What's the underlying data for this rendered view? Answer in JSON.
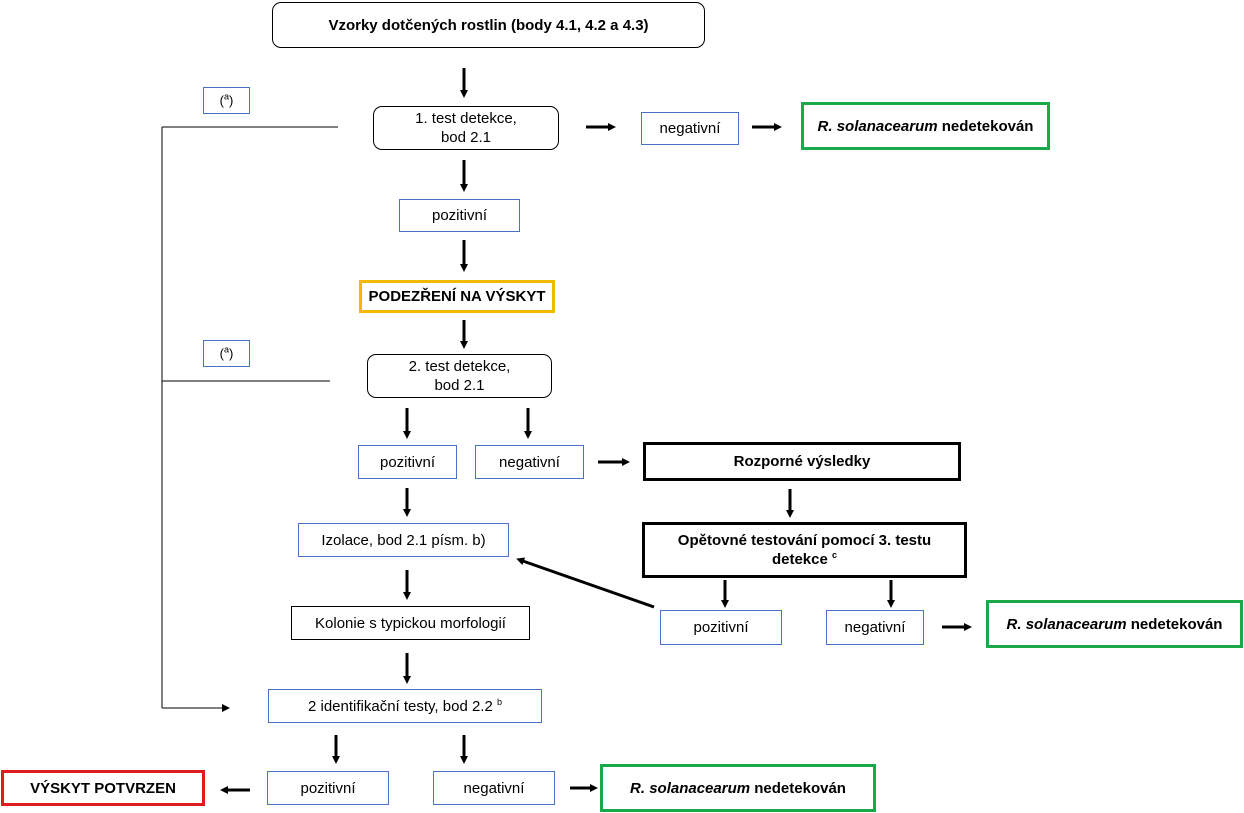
{
  "start": {
    "label": "Vzorky dotčených rostlin (body 4.1, 4.2 a 4.3)"
  },
  "note_a": {
    "prefix": "(",
    "sup": "a",
    "suffix": ")"
  },
  "test1": {
    "line1": "1. test detekce,",
    "line2": "bod 2.1"
  },
  "test1_negative": {
    "label": "negativní"
  },
  "not_detected": {
    "organism": "R. solanacearum",
    "rest": " nedetekován"
  },
  "test1_positive": {
    "label": "pozitivní"
  },
  "suspicion": {
    "label": "PODEZŘENÍ NA VÝSKYT"
  },
  "test2": {
    "line1": "2. test detekce,",
    "line2": "bod 2.1"
  },
  "test2_positive": {
    "label": "pozitivní"
  },
  "test2_negative": {
    "label": "negativní"
  },
  "conflicting": {
    "label": "Rozporné výsledky"
  },
  "retest": {
    "line1": "Opětovné testování pomocí 3. testu",
    "line2": "detekce",
    "sup": "c"
  },
  "isolation": {
    "label": "Izolace, bod 2.1 písm. b)"
  },
  "test3_positive": {
    "label": "pozitivní"
  },
  "test3_negative": {
    "label": "negativní"
  },
  "colonies": {
    "label": "Kolonie s typickou morfologií"
  },
  "identification": {
    "label": "2 identifikační testy, bod 2.2",
    "sup": "b"
  },
  "final_positive": {
    "label": "pozitivní"
  },
  "final_negative": {
    "label": "negativní"
  },
  "confirmed": {
    "label": "VÝSKYT POTVRZEN"
  },
  "colors": {
    "blue_box": "#4a72c4",
    "green_box": "#19a84a",
    "yellow_box": "#f2b900",
    "red_box": "#e01b1b"
  }
}
